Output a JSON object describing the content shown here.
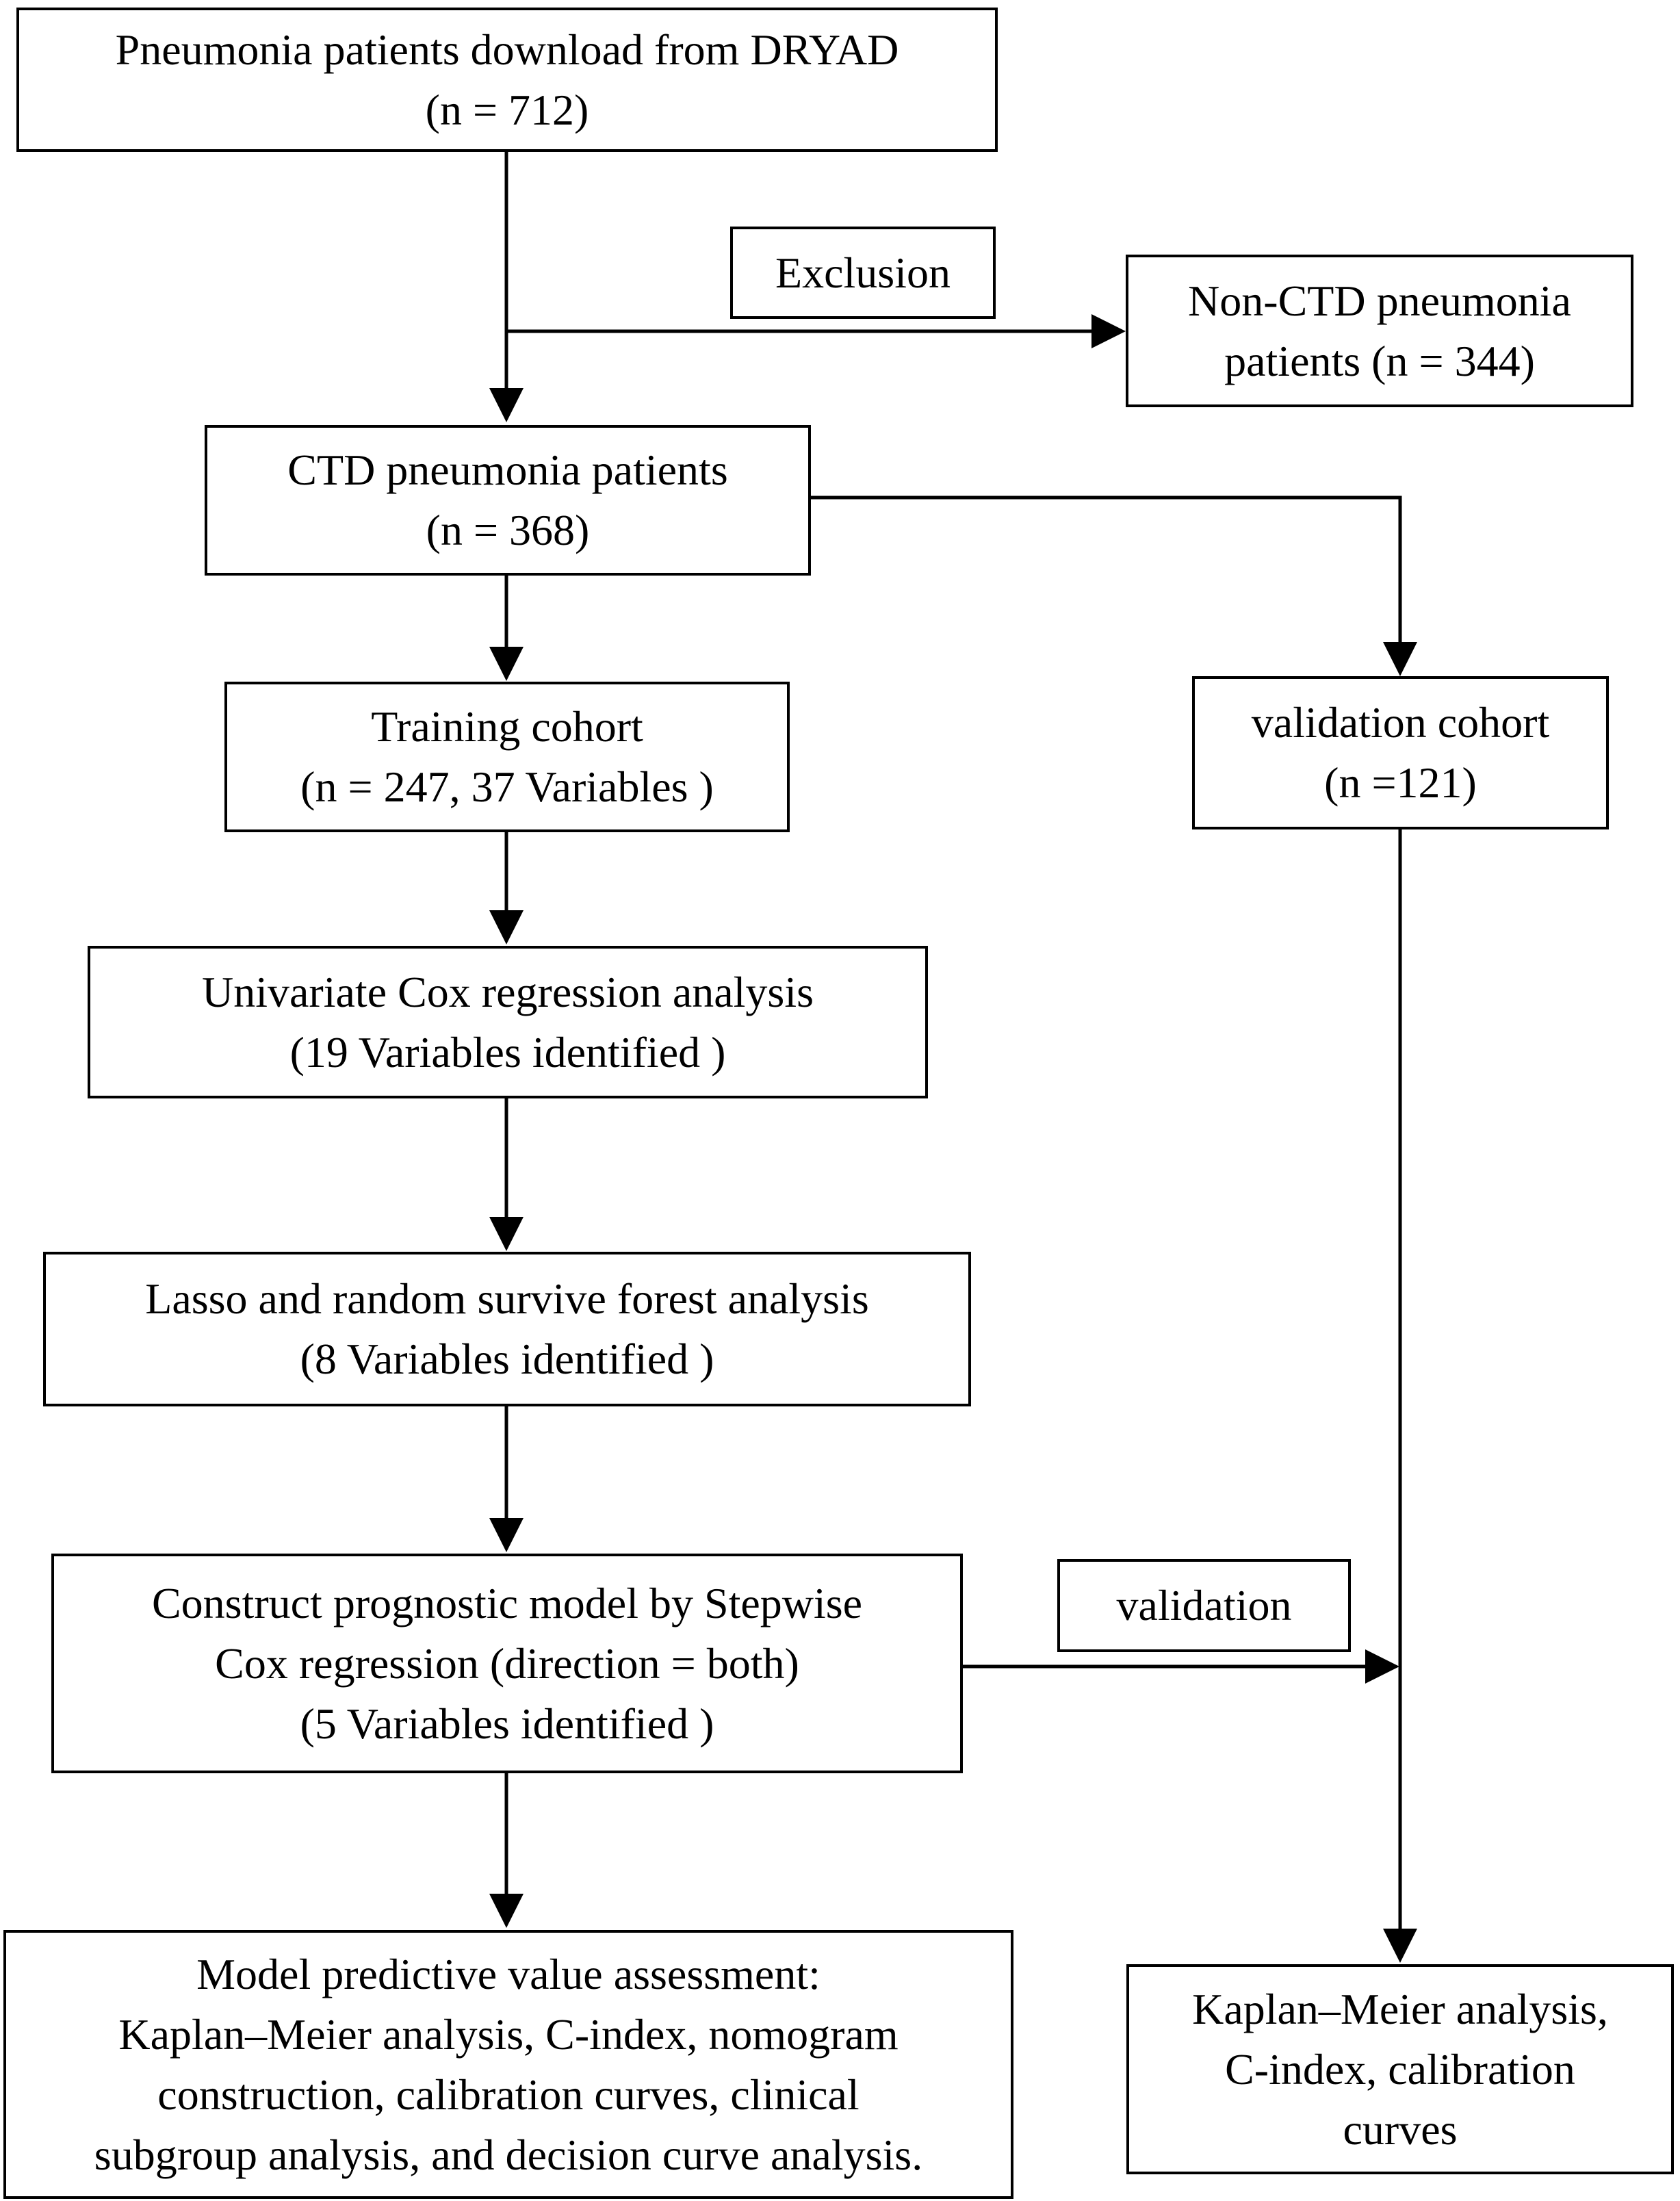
{
  "boxes": {
    "dryad": {
      "line1": "Pneumonia patients download from DRYAD",
      "line2": "(n = 712)"
    },
    "exclusion": {
      "line1": "Exclusion"
    },
    "non_ctd": {
      "line1": "Non-CTD pneumonia",
      "line2": "patients (n = 344)"
    },
    "ctd": {
      "line1": "CTD pneumonia patients",
      "line2": "(n = 368)"
    },
    "training": {
      "line1": "Training cohort",
      "line2": "(n = 247, 37 Variables )"
    },
    "validation_cohort": {
      "line1": "validation cohort",
      "line2": "(n =121)"
    },
    "univariate": {
      "line1": "Univariate Cox regression analysis",
      "line2": "(19 Variables identified )"
    },
    "lasso": {
      "line1": "Lasso and random survive forest analysis",
      "line2": "(8 Variables identified )"
    },
    "stepwise": {
      "line1": "Construct prognostic model by Stepwise",
      "line2": "Cox regression (direction = both)",
      "line3": "(5 Variables identified )"
    },
    "validation_label": {
      "line1": "validation"
    },
    "assessment": {
      "line1": "Model predictive value assessment:",
      "line2": "Kaplan–Meier analysis, C-index, nomogram",
      "line3": "construction, calibration curves, clinical",
      "line4": "subgroup analysis, and decision curve analysis."
    },
    "km": {
      "line1": "Kaplan–Meier analysis,",
      "line2": "C-index, calibration",
      "line3": "curves"
    }
  }
}
